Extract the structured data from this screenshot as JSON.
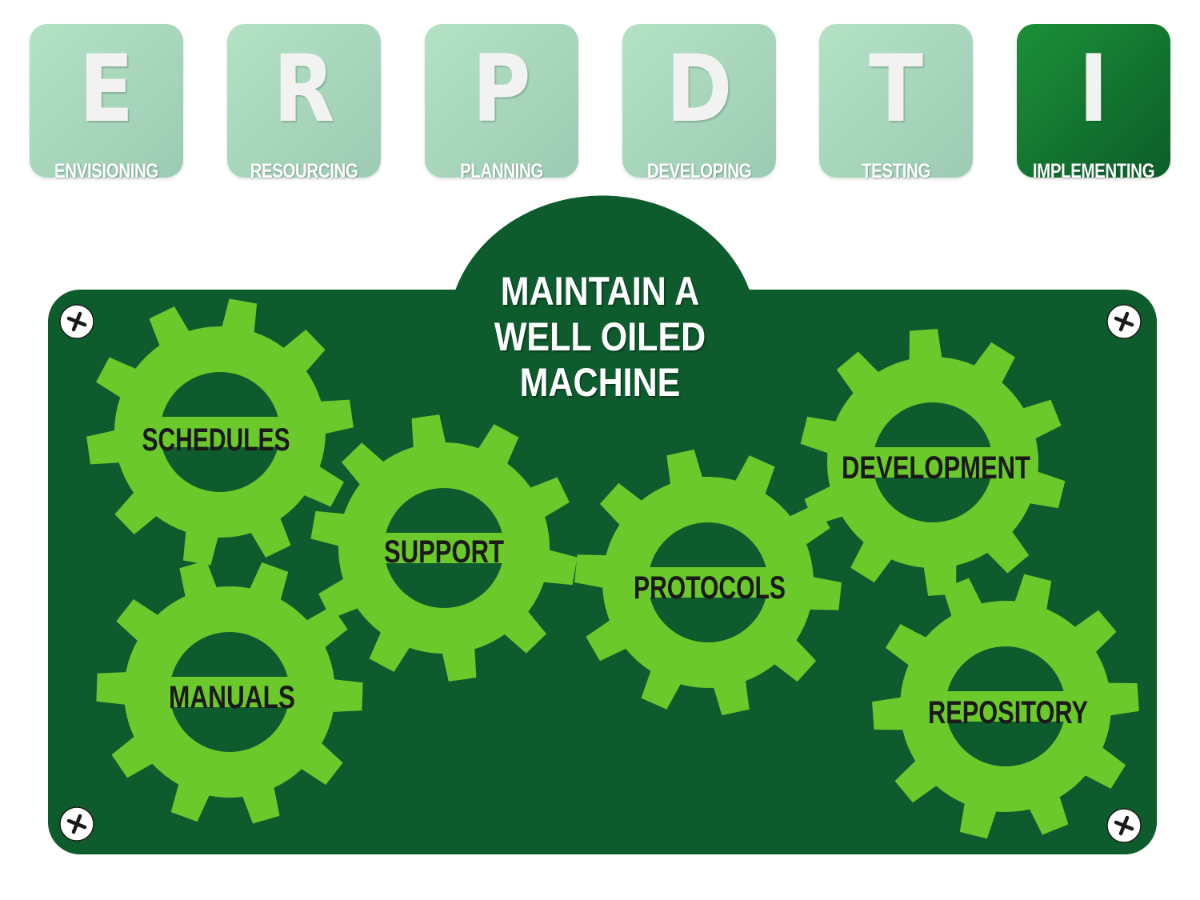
{
  "phases": [
    {
      "letter": "E",
      "label": "ENVISIONING",
      "active": false
    },
    {
      "letter": "R",
      "label": "RESOURCING",
      "active": false
    },
    {
      "letter": "P",
      "label": "PLANNING",
      "active": false
    },
    {
      "letter": "D",
      "label": "DEVELOPING",
      "active": false
    },
    {
      "letter": "T",
      "label": "TESTING",
      "active": false
    },
    {
      "letter": "I",
      "label": "IMPLEMENTING",
      "active": true
    }
  ],
  "board": {
    "title_lines": [
      "MAINTAIN A",
      "WELL OILED",
      "MACHINE"
    ],
    "gears": [
      {
        "label": "SCHEDULES"
      },
      {
        "label": "SUPPORT"
      },
      {
        "label": "PROTOCOLS"
      },
      {
        "label": "DEVELOPMENT"
      },
      {
        "label": "MANUALS"
      },
      {
        "label": "REPOSITORY"
      }
    ],
    "screw_icon": "phillips-screw-icon"
  },
  "colors": {
    "board": "#0e5c2e",
    "gear": "#6bc92b",
    "tile_inactive": "#a6d7bb",
    "tile_active": "#13772f"
  }
}
